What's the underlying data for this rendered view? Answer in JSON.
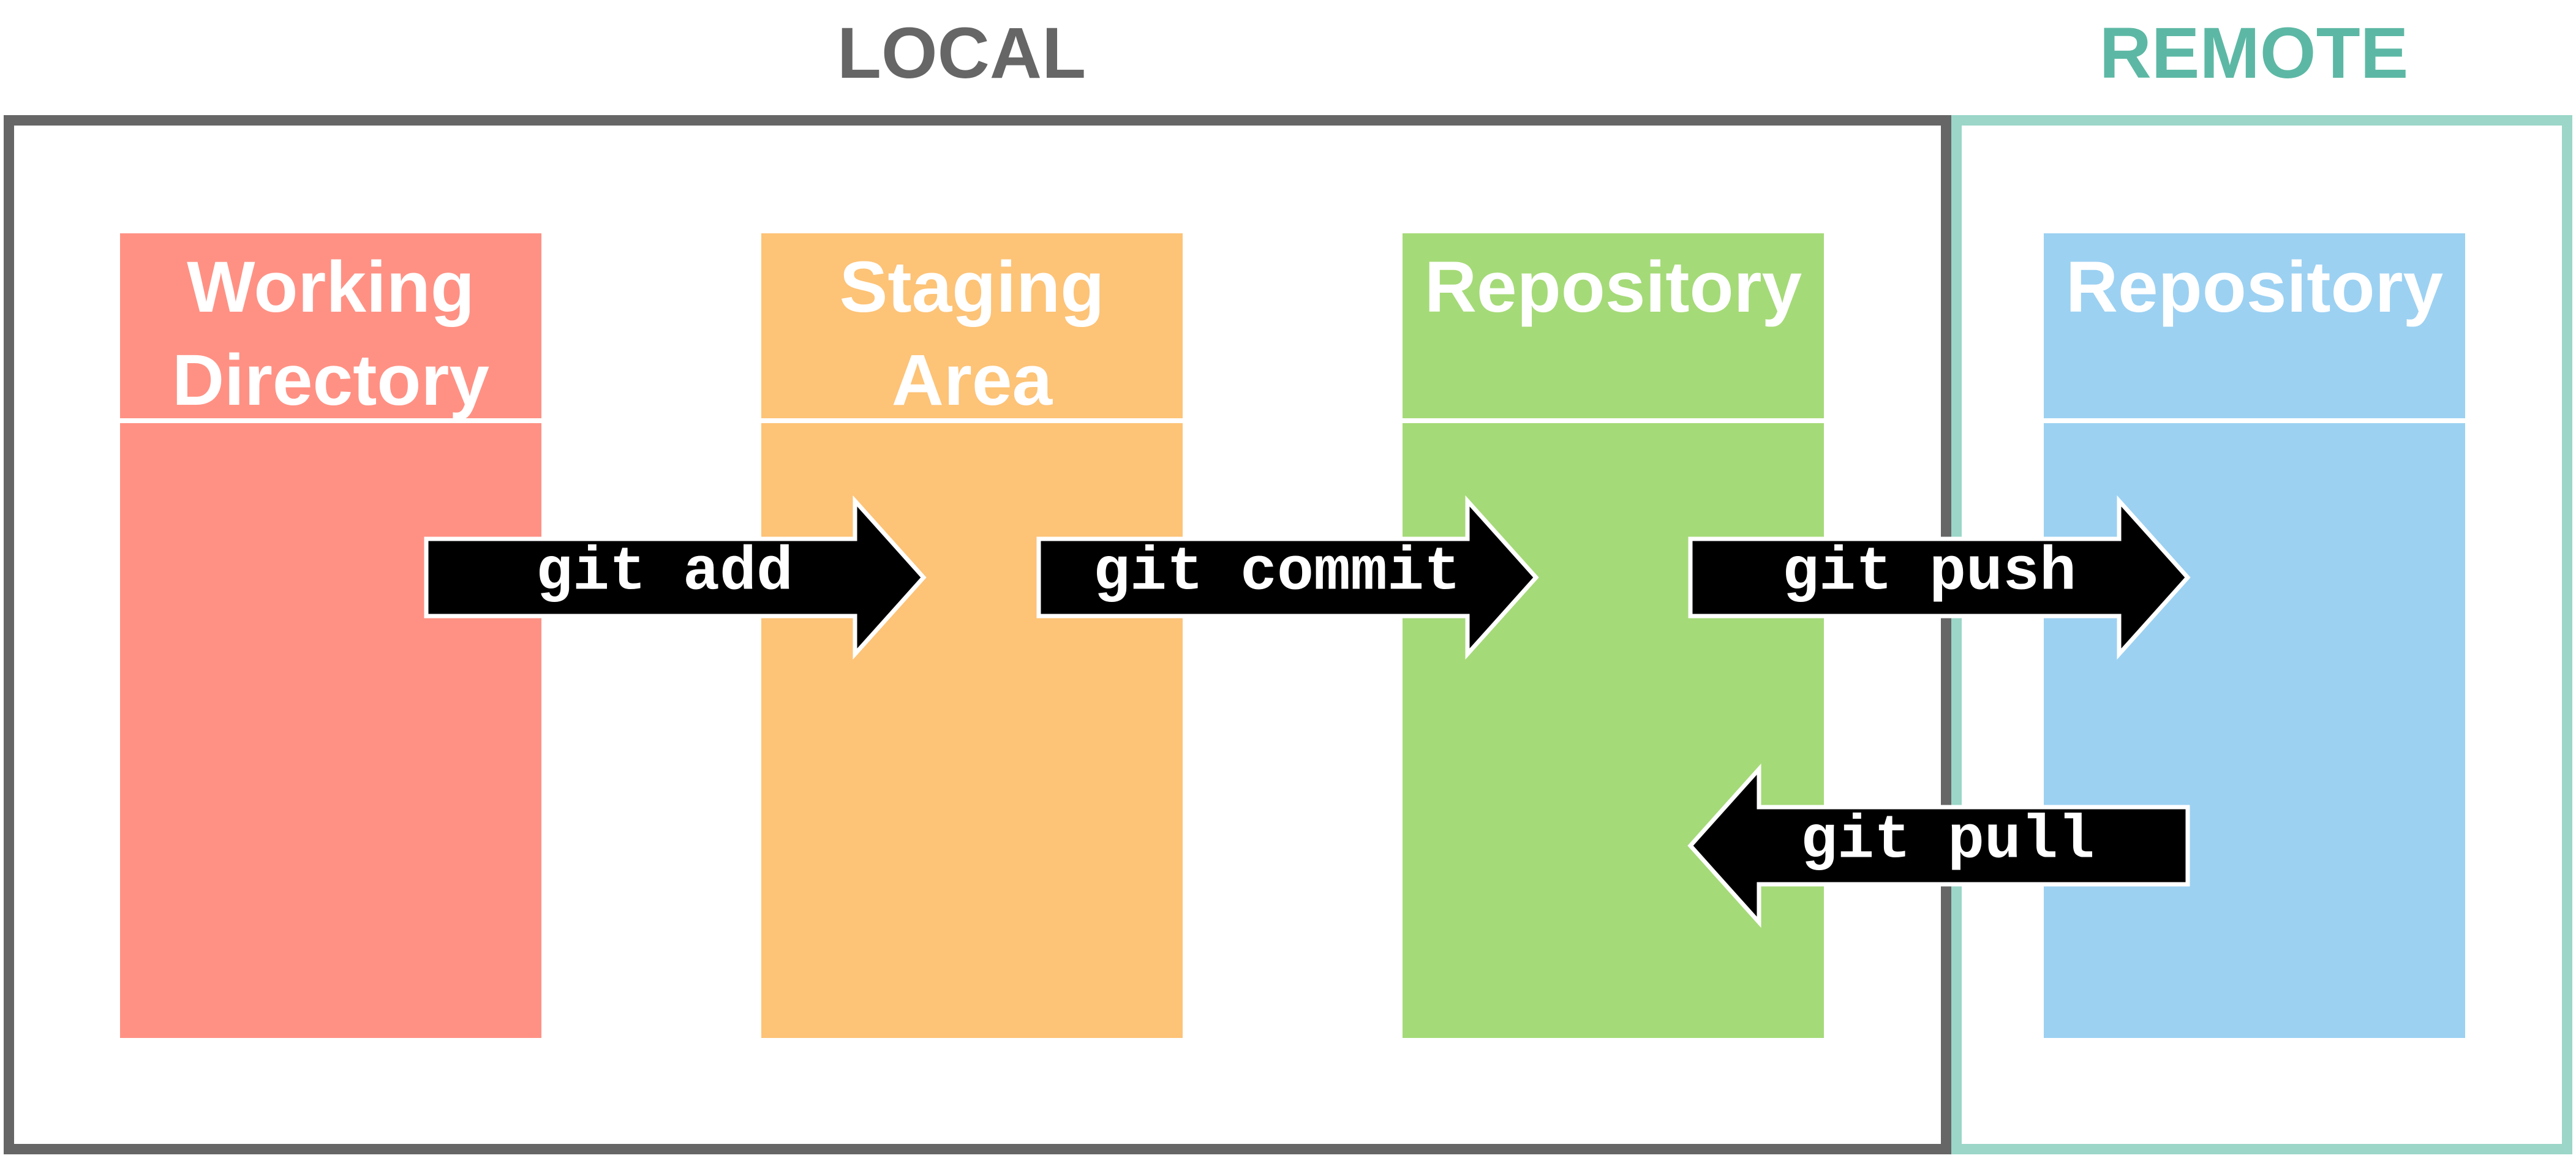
{
  "sections": {
    "local": {
      "title": "LOCAL",
      "color": "#666666",
      "frame_color": "#666666"
    },
    "remote": {
      "title": "REMOTE",
      "color": "#5cb8a4",
      "frame_color": "#9bd6c8"
    }
  },
  "columns": [
    {
      "id": "working-directory",
      "lines": [
        "Working",
        "Directory"
      ],
      "color": "#ff9184"
    },
    {
      "id": "staging-area",
      "lines": [
        "Staging",
        "Area"
      ],
      "color": "#fdc377"
    },
    {
      "id": "local-repository",
      "lines": [
        "Repository"
      ],
      "color": "#a5da78"
    },
    {
      "id": "remote-repository",
      "lines": [
        "Repository"
      ],
      "color": "#9cd1f2"
    }
  ],
  "arrows": [
    {
      "id": "git-add",
      "label": "git add",
      "direction": "right"
    },
    {
      "id": "git-commit",
      "label": "git commit",
      "direction": "right"
    },
    {
      "id": "git-push",
      "label": "git push",
      "direction": "right"
    },
    {
      "id": "git-pull",
      "label": "git pull",
      "direction": "left"
    }
  ],
  "arrow_fill": "#000000",
  "arrow_outline": "#ffffff"
}
